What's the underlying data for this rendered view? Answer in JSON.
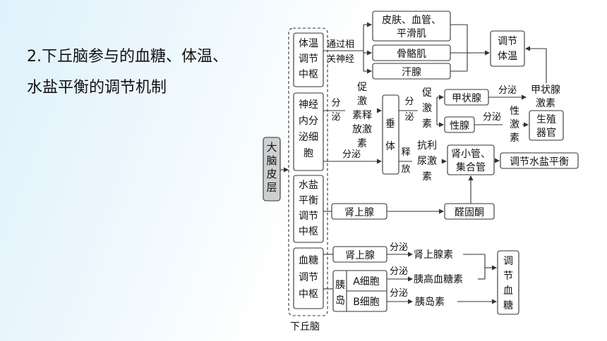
{
  "heading": {
    "line1": "2.下丘脑参与的血糖、体温、",
    "line2": "水盐平衡的调节机制"
  },
  "diagram": {
    "cortex": "大脑皮层",
    "hypothalamus": "下丘脑",
    "centers": {
      "temp": [
        "体温",
        "调节",
        "中枢"
      ],
      "neuro": [
        "神经",
        "内分",
        "泌细",
        "胞"
      ],
      "water": [
        "水盐",
        "平衡",
        "调节",
        "中枢"
      ],
      "glucose": [
        "血糖",
        "调节",
        "中枢"
      ]
    },
    "temp_path": {
      "via": [
        "通过相",
        "关神经"
      ],
      "skin": [
        "皮肤、血管、",
        "平滑肌"
      ],
      "muscle": "骨骼肌",
      "sweat": "汗腺",
      "target": [
        "调节",
        "体温"
      ]
    },
    "neuro_path": {
      "secrete_short": [
        "分",
        "泌"
      ],
      "trh": [
        "促",
        "激",
        "素释",
        "放激",
        "素"
      ],
      "pituitary": [
        "垂",
        "体"
      ],
      "tsh": [
        "促",
        "激",
        "素"
      ],
      "thyroid": "甲状腺",
      "gonad": "性腺",
      "secrete": "分泌",
      "thyroxine": [
        "甲状腺",
        "激素"
      ],
      "sex_hormone": [
        "性",
        "激",
        "素"
      ],
      "reproductive": [
        "生殖",
        "器官"
      ],
      "release": [
        "释",
        "放"
      ],
      "adh": [
        "抗利",
        "尿激",
        "素"
      ],
      "kidney": [
        "肾小管、",
        "集合管"
      ],
      "water_target": "调节水盐平衡"
    },
    "water_path": {
      "adrenal": "肾上腺",
      "aldosterone": "醛固酮"
    },
    "glucose_path": {
      "adrenal": "肾上腺",
      "adrenaline": "肾上腺素",
      "pancreas": [
        "胰",
        "岛"
      ],
      "a_cell": "A细胞",
      "b_cell": "B细胞",
      "glucagon": "胰高血糖素",
      "insulin": "胰岛素",
      "target": [
        "调",
        "节",
        "血",
        "糖"
      ]
    }
  }
}
